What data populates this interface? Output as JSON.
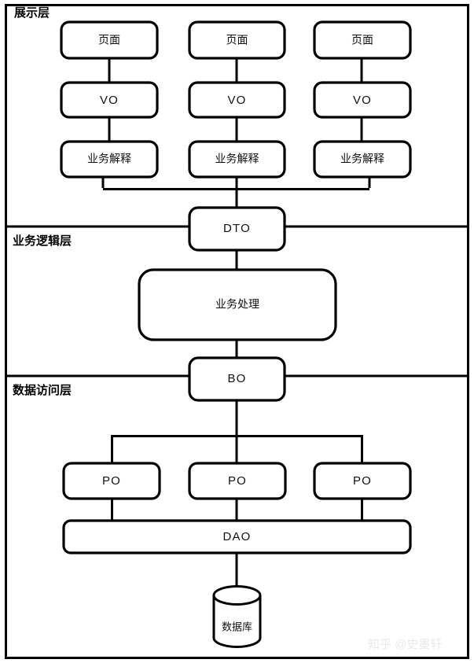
{
  "diagram": {
    "type": "layered-architecture-diagram",
    "title_visible": false,
    "background_color": "#ffffff",
    "stroke_color": "#000000",
    "layers": [
      {
        "id": "presentation",
        "label": "展示层"
      },
      {
        "id": "business-logic",
        "label": "业务逻辑层"
      },
      {
        "id": "data-access",
        "label": "数据访问层"
      }
    ],
    "nodes": {
      "page_1": "页面",
      "page_2": "页面",
      "page_3": "页面",
      "vo_1": "VO",
      "vo_2": "VO",
      "vo_3": "VO",
      "interp_1": "业务解释",
      "interp_2": "业务解释",
      "interp_3": "业务解释",
      "dto": "DTO",
      "process": "业务处理",
      "bo": "BO",
      "po_1": "PO",
      "po_2": "PO",
      "po_3": "PO",
      "dao": "DAO",
      "database": "数据库"
    },
    "watermark": "知乎 @史墨轩"
  }
}
